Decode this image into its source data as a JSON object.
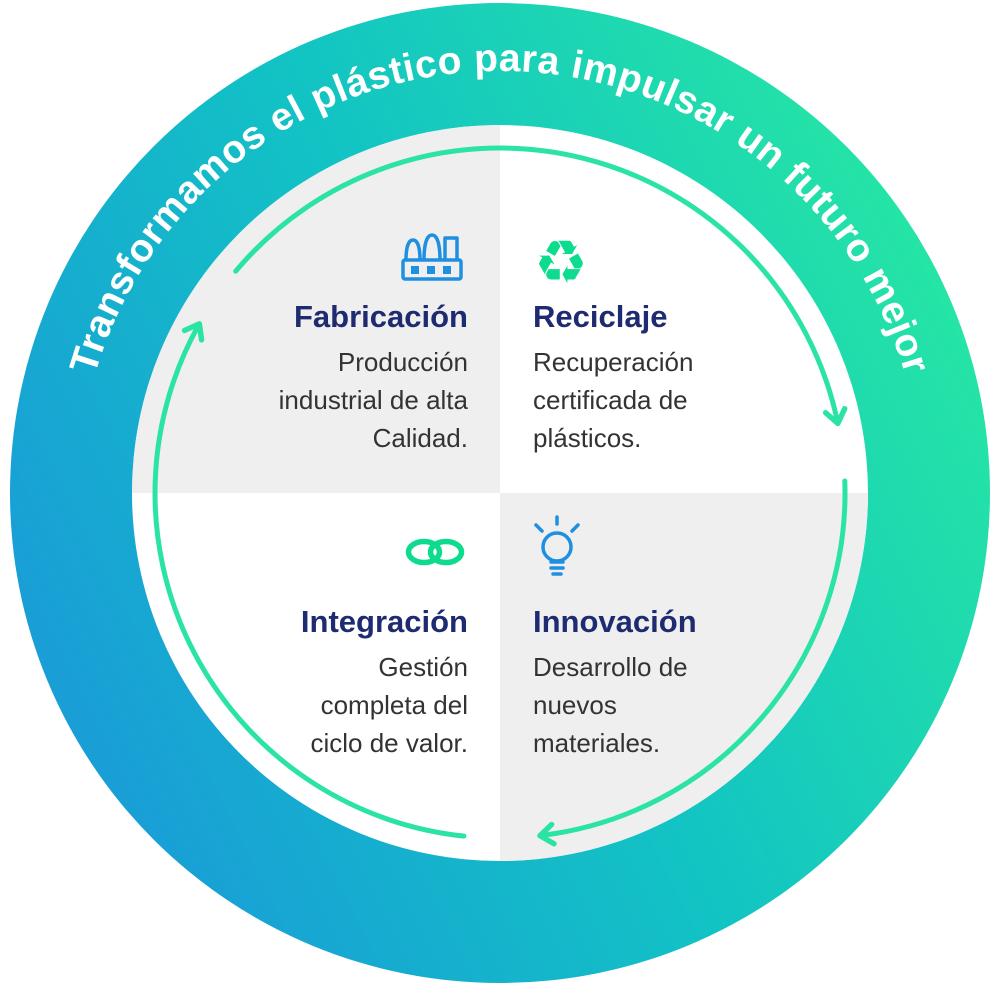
{
  "banner": {
    "text": "Transformamos el plástico para impulsar un futuro mejor"
  },
  "quadrants": [
    {
      "title": "Fabricación",
      "description": "Producción\nindustrial de alta\nCalidad.",
      "icon": "factory-icon"
    },
    {
      "title": "Reciclaje",
      "description": "Recuperación\ncertificada de\nplásticos.",
      "icon": "recycle-icon"
    },
    {
      "title": "Integración",
      "description": "Gestión\ncompleta del\nciclo de valor.",
      "icon": "chain-link-icon"
    },
    {
      "title": "Innovación",
      "description": "Desarrollo de\nnuevos\nmateriales.",
      "icon": "lightbulb-icon"
    }
  ],
  "icons": {
    "recycle_glyph": "♻"
  },
  "colors": {
    "ring_gradient_left": "#1a99d9",
    "ring_gradient_right": "#27e8a2",
    "cycle_arrow_green": "#2be3a2",
    "icon_blue": "#1f8fe0",
    "icon_green": "#0ddc8e",
    "title_navy": "#1e2b70",
    "body_text": "#333333",
    "quadrant_gray": "#efefef"
  }
}
